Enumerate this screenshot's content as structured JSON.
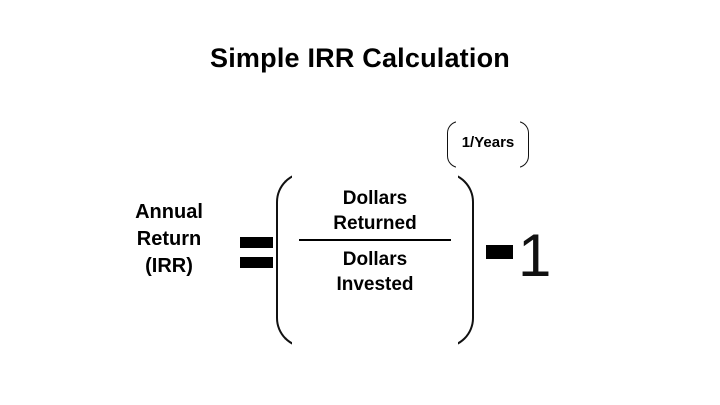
{
  "slide": {
    "title": "Simple IRR Calculation",
    "background_color": "#ffffff",
    "text_color": "#000000"
  },
  "formula": {
    "left_side": {
      "line1": "Annual",
      "line2": "Return",
      "line3": "(IRR)"
    },
    "equals_symbol": "=",
    "fraction": {
      "numerator_line1": "Dollars",
      "numerator_line2": "Returned",
      "denominator_line1": "Dollars",
      "denominator_line2": "Invested"
    },
    "exponent": "1/Years",
    "minus_symbol": "-",
    "subtrahend": "1"
  }
}
